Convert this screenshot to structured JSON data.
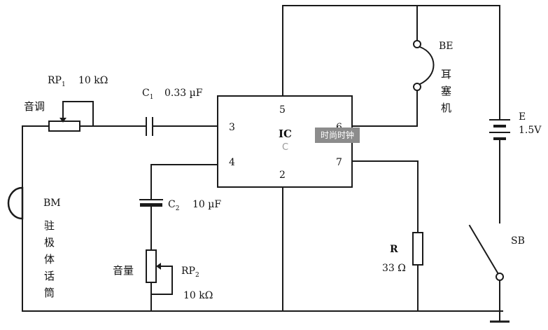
{
  "ic": {
    "name": "IC",
    "pins": {
      "p2": "2",
      "p3": "3",
      "p4": "4",
      "p5": "5",
      "p6": "6",
      "p7": "7"
    }
  },
  "rp1": {
    "name": "RP",
    "sub": "1",
    "value": "10 kΩ",
    "function": "音调"
  },
  "c1": {
    "name": "C",
    "sub": "1",
    "value": "0.33 µF"
  },
  "c2": {
    "name": "C",
    "sub": "2",
    "value": "10 µF"
  },
  "rp2": {
    "name": "RP",
    "sub": "2",
    "value": "10 kΩ",
    "function": "音量"
  },
  "bm": {
    "name": "BM",
    "desc": [
      "驻",
      "极",
      "体",
      "话",
      "筒"
    ]
  },
  "be": {
    "name": "BE",
    "desc": [
      "耳",
      "塞",
      "机"
    ]
  },
  "e": {
    "name": "E",
    "value": "1.5V"
  },
  "r": {
    "name": "R",
    "value": "33 Ω"
  },
  "sb": {
    "name": "SB"
  },
  "watermark": {
    "text": "时尚时钟",
    "glyph": "C"
  }
}
